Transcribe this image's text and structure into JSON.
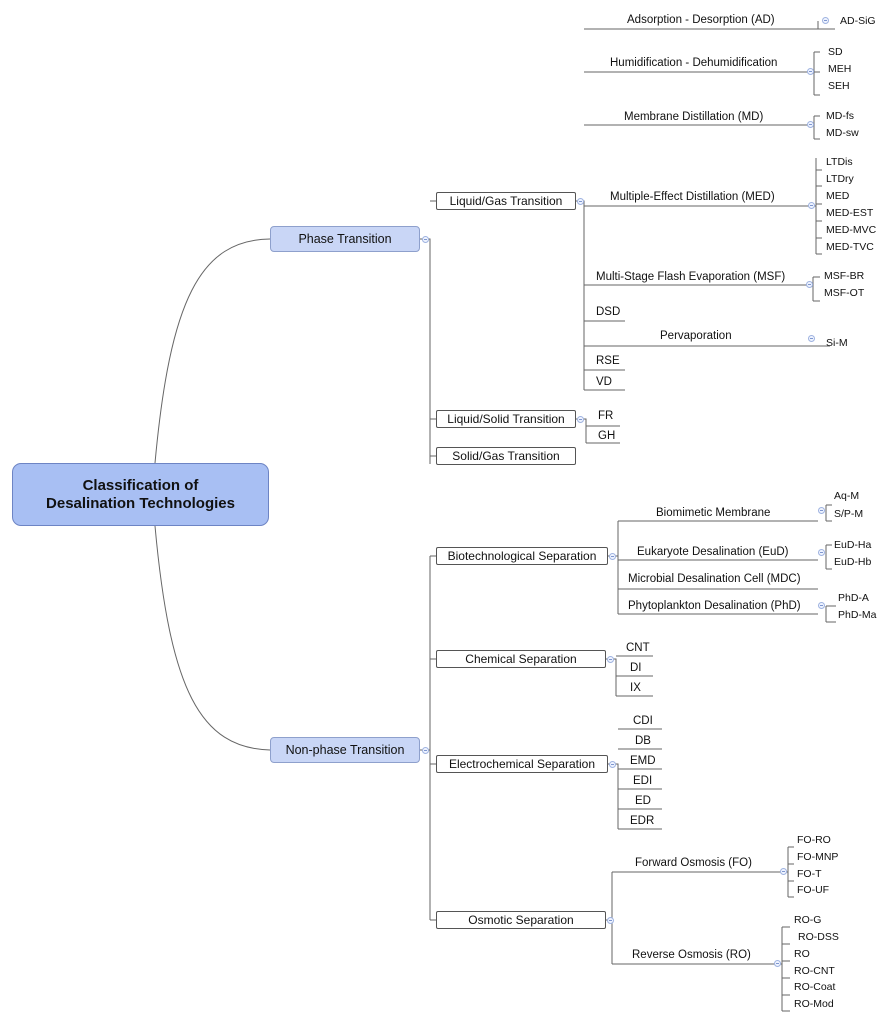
{
  "root": {
    "line1": "Classification of",
    "line2": "Desalination Technologies"
  },
  "phase": {
    "label": "Phase Transition",
    "liquid_gas": {
      "label": "Liquid/Gas Transition",
      "ad": {
        "label": "Adsorption - Desorption (AD)",
        "items": [
          "AD-SiG"
        ]
      },
      "hd": {
        "label": "Humidification - Dehumidification",
        "items": [
          "SD",
          "MEH",
          "SEH"
        ]
      },
      "md": {
        "label": "Membrane Distillation (MD)",
        "items": [
          "MD-fs",
          "MD-sw"
        ]
      },
      "med": {
        "label": "Multiple-Effect Distillation (MED)",
        "items": [
          "LTDis",
          "LTDry",
          "MED",
          "MED-EST",
          "MED-MVC",
          "MED-TVC"
        ]
      },
      "msf": {
        "label": "Multi-Stage Flash Evaporation (MSF)",
        "items": [
          "MSF-BR",
          "MSF-OT"
        ]
      },
      "dsd": "DSD",
      "perv": {
        "label": "Pervaporation",
        "items": [
          "Si-M"
        ]
      },
      "rse": "RSE",
      "vd": "VD"
    },
    "liquid_solid": {
      "label": "Liquid/Solid Transition",
      "items": [
        "FR",
        "GH"
      ]
    },
    "solid_gas": {
      "label": "Solid/Gas Transition"
    }
  },
  "nonphase": {
    "label": "Non-phase Transition",
    "bio": {
      "label": "Biotechnological Separation",
      "biomimetic": {
        "label": "Biomimetic Membrane",
        "items": [
          "Aq-M",
          "S/P-M"
        ]
      },
      "eud": {
        "label": "Eukaryote Desalination (EuD)",
        "items": [
          "EuD-Ha",
          "EuD-Hb"
        ]
      },
      "mdc": "Microbial Desalination Cell (MDC)",
      "phd": {
        "label": "Phytoplankton Desalination (PhD)",
        "items": [
          "PhD-A",
          "PhD-Ma"
        ]
      }
    },
    "chem": {
      "label": "Chemical Separation",
      "items": [
        "CNT",
        "DI",
        "IX"
      ]
    },
    "electro": {
      "label": "Electrochemical Separation",
      "items": [
        "CDI",
        "DB",
        "EMD",
        "EDI",
        "ED",
        "EDR"
      ]
    },
    "osmotic": {
      "label": "Osmotic Separation",
      "fo": {
        "label": "Forward Osmosis (FO)",
        "items": [
          "FO-RO",
          "FO-MNP",
          "FO-T",
          "FO-UF"
        ]
      },
      "ro": {
        "label": "Reverse Osmosis (RO)",
        "items": [
          "RO-G",
          "RO-DSS",
          "RO",
          "RO-CNT",
          "RO-Coat",
          "RO-Mod"
        ]
      }
    }
  }
}
